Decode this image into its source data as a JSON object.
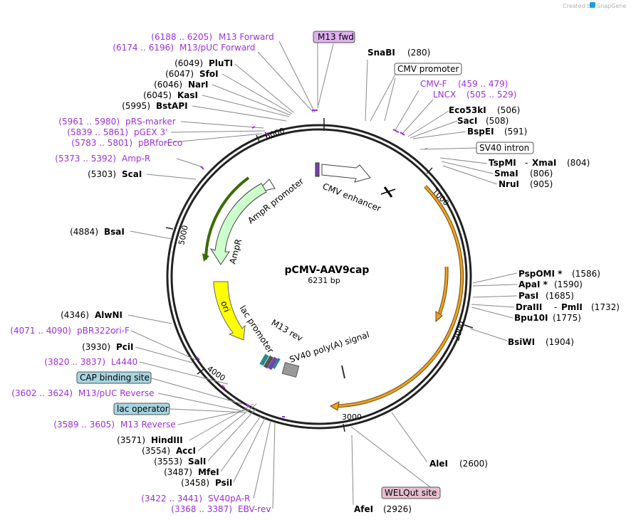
{
  "credit": {
    "prefix": "Created by",
    "brand": "SnapGene"
  },
  "plasmid": {
    "name": "pCMV-AAV9cap",
    "size": "6231 bp"
  },
  "ticks": [
    "1000",
    "2000",
    "3000",
    "4000",
    "5000",
    "6000"
  ],
  "features": {
    "cmv_enhancer": "CMV enhancer",
    "ampr_promoter": "AmpR promoter",
    "ampr": "AmpR",
    "ori": "ori",
    "lac_promoter": "lac promoter",
    "m13_rev": "M13 rev",
    "sv40_polya": "SV40 poly(A) signal"
  },
  "boxes": {
    "m13_fwd": "M13 fwd",
    "cmv_promoter": "CMV promoter",
    "sv40_intron": "SV40 intron",
    "cap_binding": "CAP binding site",
    "lac_operator": "lac operator",
    "welqut": "WELQut site"
  },
  "primers": {
    "m13_forward": {
      "range": "(6188 .. 6205)",
      "name": "M13 Forward"
    },
    "m13puc_forward": {
      "range": "(6174 .. 6196)",
      "name": "M13/pUC Forward"
    },
    "cmv_f": {
      "name": "CMV-F",
      "range": "(459 .. 479)"
    },
    "lncx": {
      "name": "LNCX",
      "range": "(505 .. 529)"
    },
    "prs_marker": {
      "range": "(5961 .. 5980)",
      "name": "pRS-marker"
    },
    "pgex3": {
      "range": "(5839 .. 5861)",
      "name": "pGEX 3'"
    },
    "pbrforeco": {
      "range": "(5783 .. 5801)",
      "name": "pBRforEco"
    },
    "amp_r": {
      "range": "(5373 .. 5392)",
      "name": "Amp-R"
    },
    "pbr322ori": {
      "range": "(4071 .. 4090)",
      "name": "pBR322ori-F"
    },
    "l4440": {
      "range": "(3820 .. 3837)",
      "name": "L4440"
    },
    "m13puc_reverse": {
      "range": "(3602 .. 3624)",
      "name": "M13/pUC Reverse"
    },
    "m13_reverse": {
      "range": "(3589 .. 3605)",
      "name": "M13 Reverse"
    },
    "sv40pa_r": {
      "range": "(3422 .. 3441)",
      "name": "SV40pA-R"
    },
    "ebv_rev": {
      "range": "(3368 .. 3387)",
      "name": "EBV-rev"
    }
  },
  "sites": {
    "pluti": {
      "pos": "(6049)",
      "name": "PluTI"
    },
    "sfoi": {
      "pos": "(6047)",
      "name": "SfoI"
    },
    "nari": {
      "pos": "(6046)",
      "name": "NarI"
    },
    "kasi": {
      "pos": "(6045)",
      "name": "KasI"
    },
    "bstapi": {
      "pos": "(5995)",
      "name": "BstAPI"
    },
    "scai": {
      "pos": "(5303)",
      "name": "ScaI"
    },
    "bsai": {
      "pos": "(4884)",
      "name": "BsaI"
    },
    "alwni": {
      "pos": "(4346)",
      "name": "AlwNI"
    },
    "pcii": {
      "pos": "(3930)",
      "name": "PciI"
    },
    "hindiii": {
      "pos": "(3571)",
      "name": "HindIII"
    },
    "acci": {
      "pos": "(3554)",
      "name": "AccI"
    },
    "sali": {
      "pos": "(3553)",
      "name": "SalI"
    },
    "mfei": {
      "pos": "(3487)",
      "name": "MfeI"
    },
    "psii": {
      "pos": "(3458)",
      "name": "PsiI"
    },
    "snabi": {
      "name": "SnaBI",
      "pos": "(280)"
    },
    "eco53ki": {
      "name": "Eco53kI",
      "pos": "(506)"
    },
    "saci": {
      "name": "SacI",
      "pos": "(508)"
    },
    "bspei": {
      "name": "BspEI",
      "pos": "(591)"
    },
    "tspmi": {
      "name": "TspMI",
      "name2": "XmaI",
      "pos": "(804)"
    },
    "smai": {
      "name": "SmaI",
      "pos": "(806)"
    },
    "nrui": {
      "name": "NruI",
      "pos": "(905)"
    },
    "psp0mi": {
      "name": "PspOMI *",
      "pos": "(1586)"
    },
    "apai": {
      "name": "ApaI *",
      "pos": "(1590)"
    },
    "pasi": {
      "name": "PasI",
      "pos": "(1685)"
    },
    "draiii": {
      "name": "DraIII",
      "name2": "PmlI",
      "pos": "(1732)"
    },
    "bpu10i": {
      "name": "Bpu10I",
      "pos": "(1775)"
    },
    "bsiwi": {
      "name": "BsiWI",
      "pos": "(1904)"
    },
    "alei": {
      "name": "AleI",
      "pos": "(2600)"
    },
    "afei": {
      "name": "AfeI",
      "pos": "(2926)"
    }
  },
  "colors": {
    "purple": "#9b30d9",
    "ampr_fill": "#ccffcc",
    "ori_fill": "#ffff00",
    "cds": "#f0a020",
    "box_blue": "#a8d4e0",
    "box_pink": "#e7bfd0",
    "box_violet": "#e0b0ef"
  }
}
